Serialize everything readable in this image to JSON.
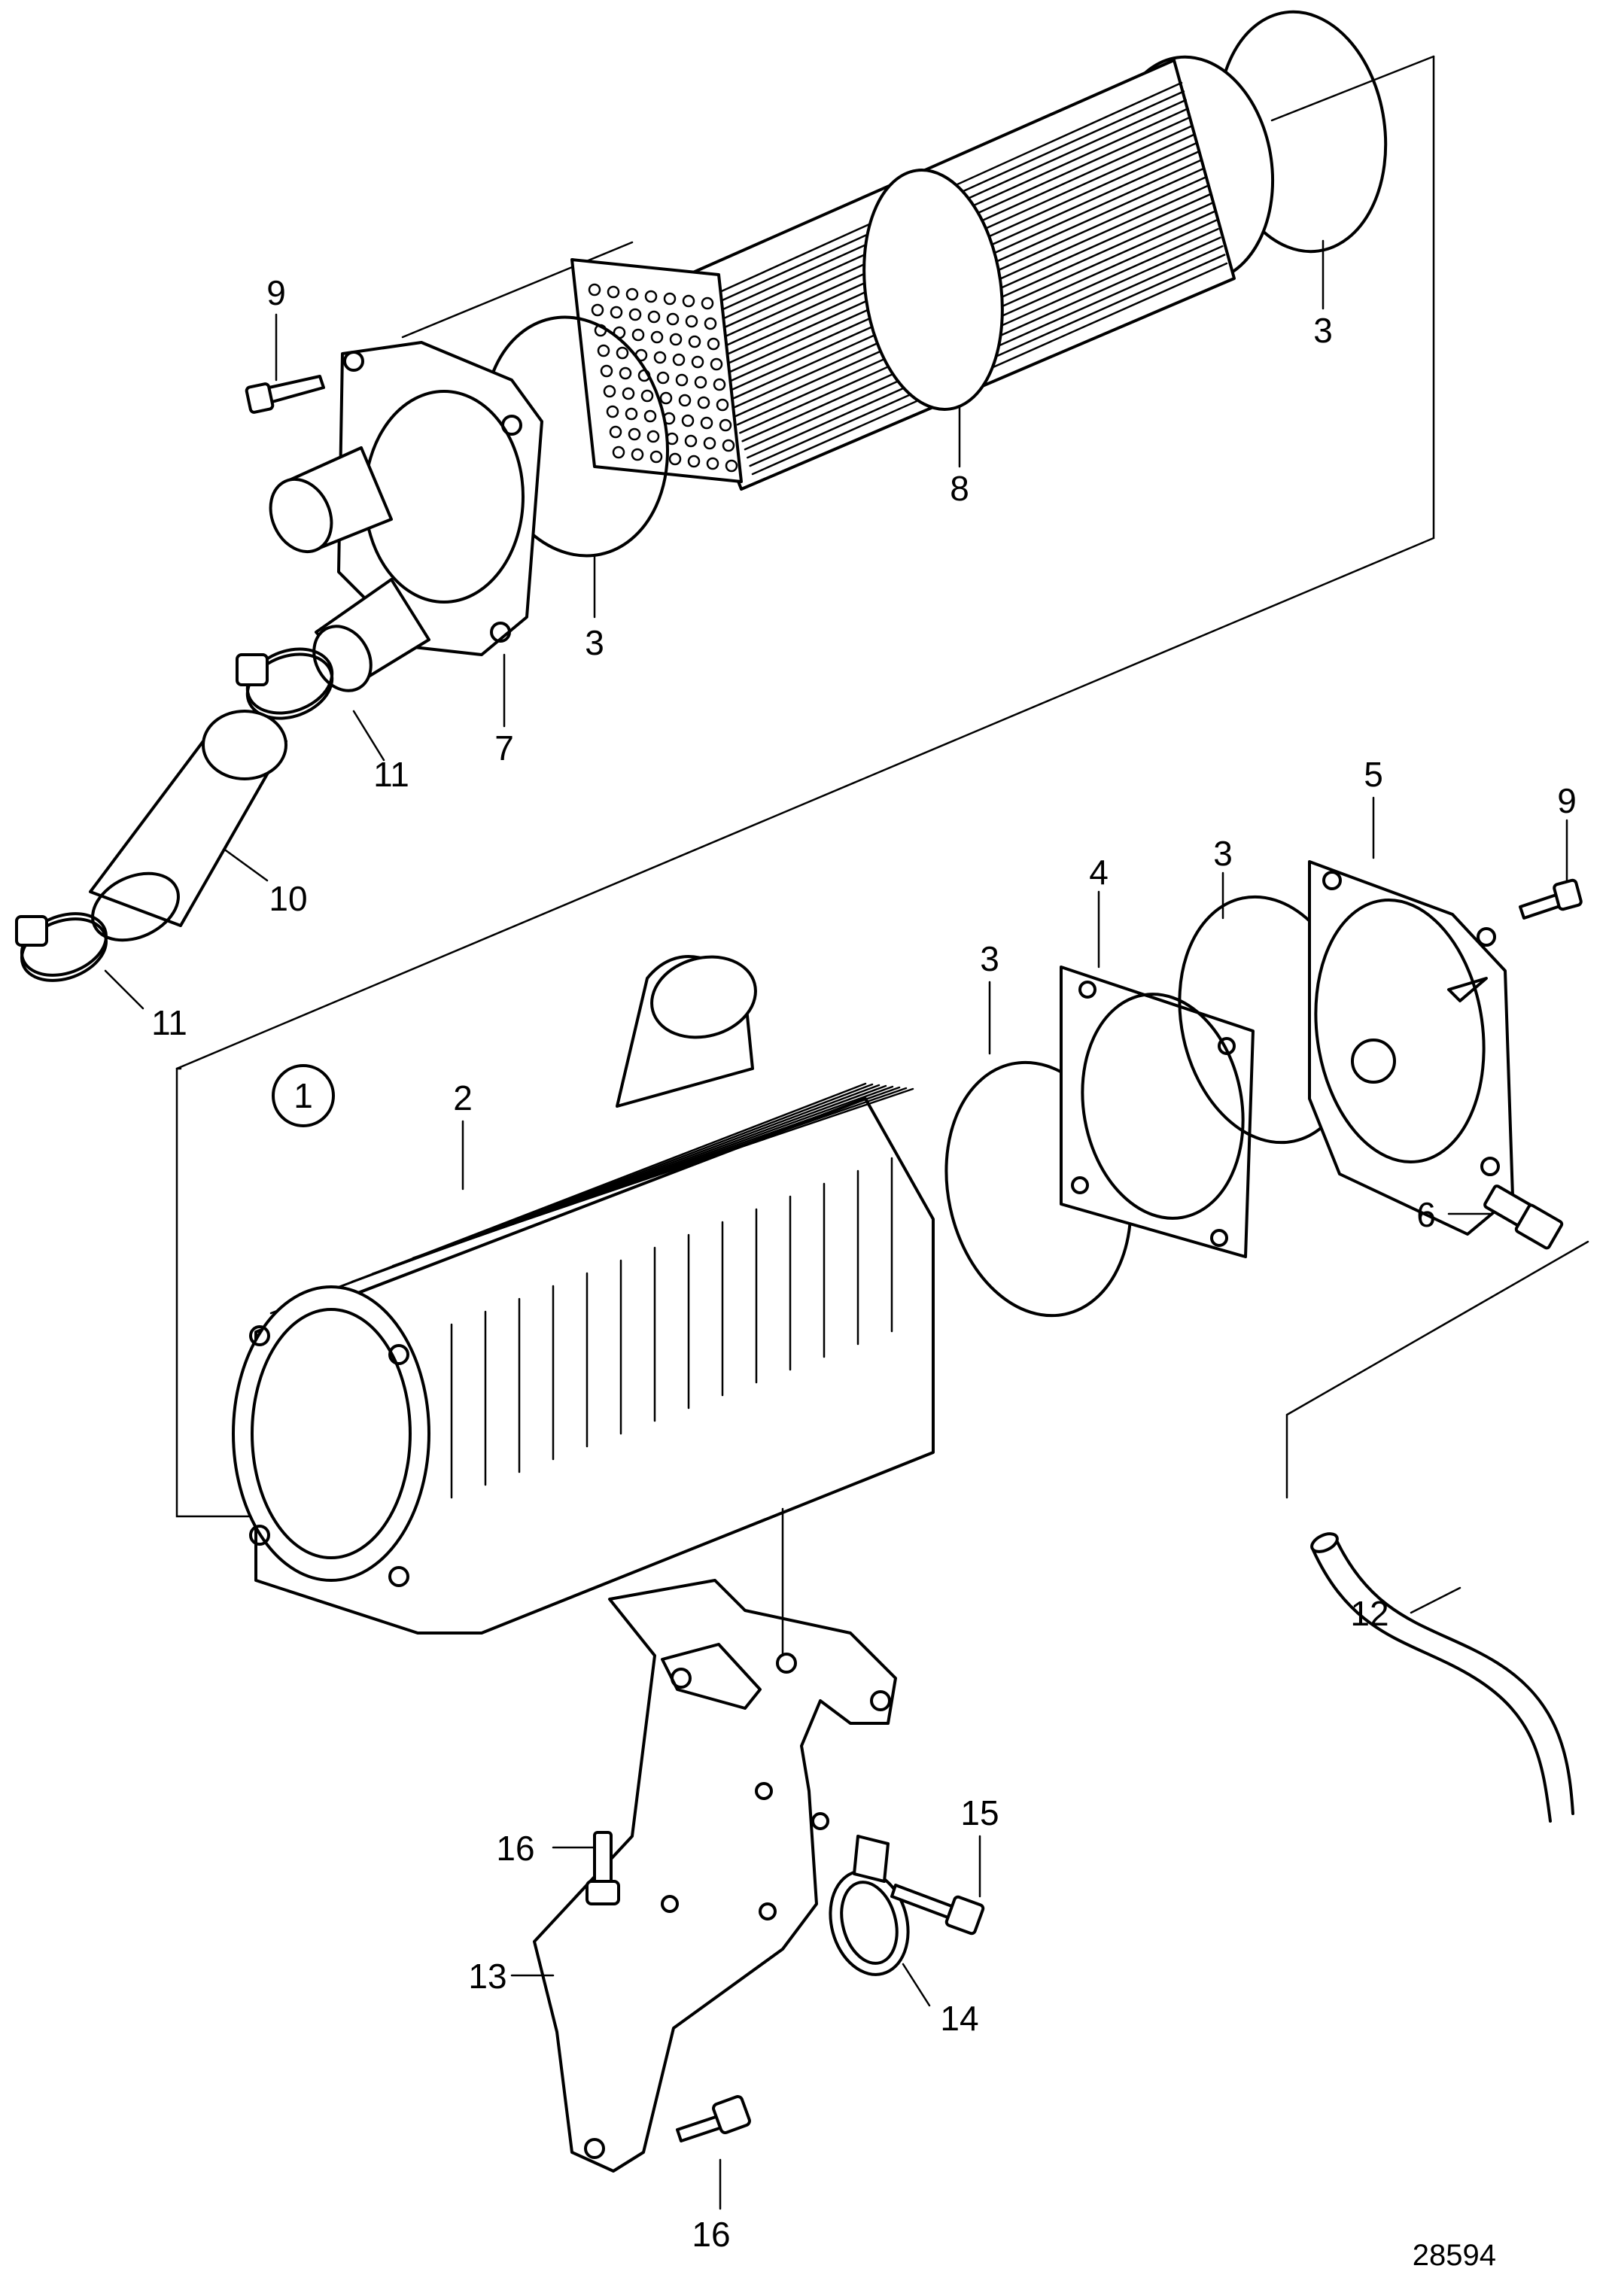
{
  "diagram": {
    "assembly_marker": "1",
    "reference_number": "28594",
    "callouts": [
      {
        "id": "c1",
        "text": "9"
      },
      {
        "id": "c2",
        "text": "3"
      },
      {
        "id": "c3",
        "text": "8"
      },
      {
        "id": "c4",
        "text": "3"
      },
      {
        "id": "c5",
        "text": "7"
      },
      {
        "id": "c6",
        "text": "11"
      },
      {
        "id": "c7",
        "text": "10"
      },
      {
        "id": "c8",
        "text": "11"
      },
      {
        "id": "c9",
        "text": "5"
      },
      {
        "id": "c10",
        "text": "9"
      },
      {
        "id": "c11",
        "text": "4"
      },
      {
        "id": "c12",
        "text": "3"
      },
      {
        "id": "c13",
        "text": "3"
      },
      {
        "id": "c14",
        "text": "2"
      },
      {
        "id": "c15",
        "text": "6"
      },
      {
        "id": "c16",
        "text": "12"
      },
      {
        "id": "c17",
        "text": "15"
      },
      {
        "id": "c18",
        "text": "16"
      },
      {
        "id": "c19",
        "text": "13"
      },
      {
        "id": "c20",
        "text": "14"
      },
      {
        "id": "c21",
        "text": "16"
      }
    ]
  }
}
